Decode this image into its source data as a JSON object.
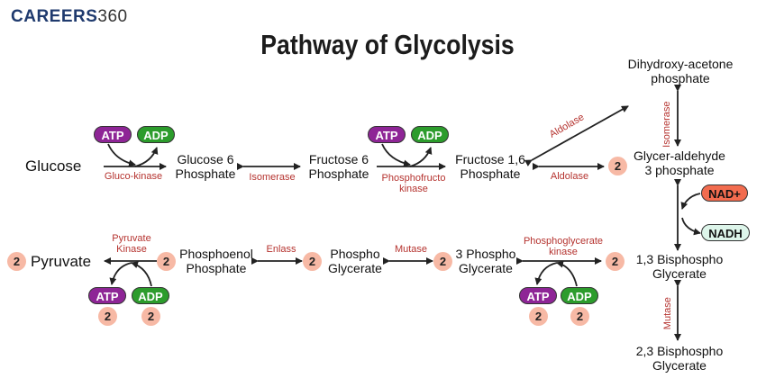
{
  "logo": {
    "brand": "CAREERS",
    "number": "360"
  },
  "title": "Pathway of Glycolysis",
  "nodes": {
    "glucose": "Glucose",
    "g6p": [
      "Glucose 6",
      "Phosphate"
    ],
    "f6p": [
      "Fructose 6",
      "Phosphate"
    ],
    "f16bp": [
      "Fructose 1,6",
      "Phosphate"
    ],
    "dhap": [
      "Dihydroxy-acetone",
      "phosphate"
    ],
    "g3p": [
      "Glycer-aldehyde",
      "3 phosphate"
    ],
    "bpg13": [
      "1,3 Bisphospho",
      "Glycerate"
    ],
    "bpg23": [
      "2,3 Bisphospho",
      "Glycerate"
    ],
    "pg3": [
      "3 Phospho",
      "Glycerate"
    ],
    "pg": [
      "Phospho",
      "Glycerate"
    ],
    "pep": [
      "Phosphoenol",
      "Phosphate"
    ],
    "pyruvate": "Pyruvate"
  },
  "enzymes": {
    "glucokinase": "Gluco-kinase",
    "isomerase1": "Isomerase",
    "pfk": [
      "Phosphofructo",
      "kinase"
    ],
    "aldolase_upper": "Aldolase",
    "aldolase_lower": "Aldolase",
    "isomerase_vertical": "Isomerase",
    "mutase_vertical": "Mutase",
    "pgk": [
      "Phosphoglycerate",
      "kinase"
    ],
    "mutase": "Mutase",
    "enolase": "Enlass",
    "pyruvate_kinase": [
      "Pyruvate",
      "Kinase"
    ]
  },
  "cofactors": {
    "atp": "ATP",
    "adp": "ADP",
    "nad_plus": "NAD+",
    "nadh": "NADH"
  },
  "stoich": "2",
  "colors": {
    "atp": "#8e2596",
    "adp": "#2c9c2c",
    "nad_plus": "#f26c4f",
    "nadh": "#ddf5ea",
    "enzyme_text": "#b5332f",
    "count_circle": "#f7b9a5",
    "logo": "#1f3a6e"
  }
}
